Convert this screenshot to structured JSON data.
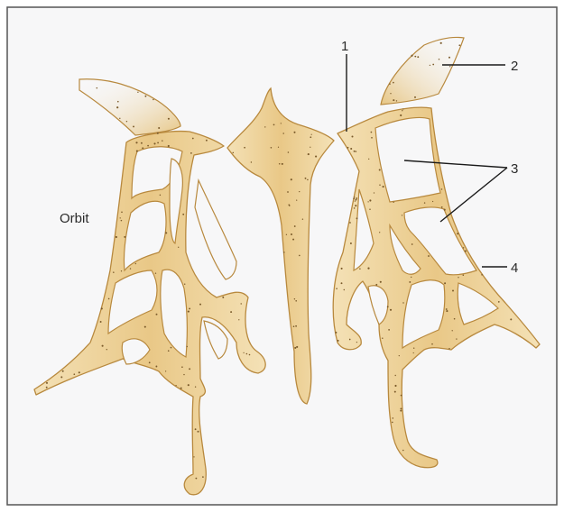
{
  "labels": {
    "orbit": "Orbit",
    "callout_1": "1",
    "callout_2": "2",
    "callout_3": "3",
    "callout_4": "4"
  },
  "colors": {
    "background": "#f7f7f8",
    "bone_fill": "#f1d9a6",
    "bone_outline": "#b8893e",
    "bone_speckle": "#7a5a2a",
    "leader_line": "#1a1a1a",
    "frame": "#555555"
  }
}
